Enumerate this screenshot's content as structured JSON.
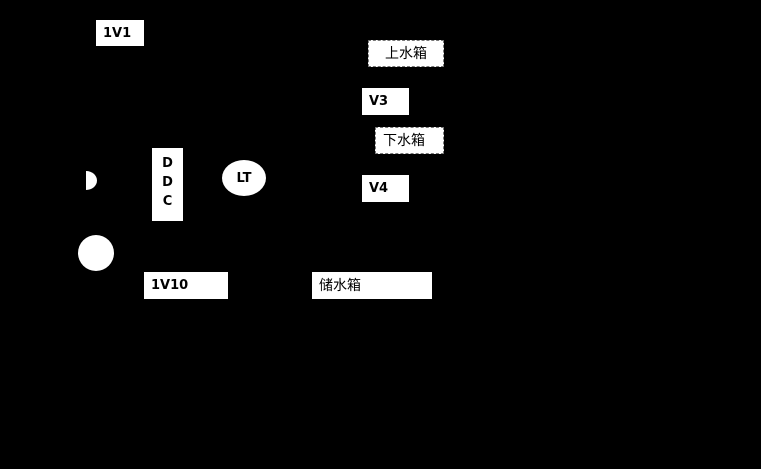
{
  "diagram": {
    "description": "Water tank level control system schematic on black background",
    "background_color": "#000000",
    "node_fill_color": "#ffffff",
    "text_color": "#000000",
    "nodes": {
      "valve_1v1": {
        "label": "1V1"
      },
      "upper_tank": {
        "label": "上水箱"
      },
      "valve_v3": {
        "label": "V3"
      },
      "lower_tank": {
        "label": "下水箱"
      },
      "valve_v4": {
        "label": "V4"
      },
      "ddc_controller": {
        "label": "DDC"
      },
      "level_transmitter": {
        "label": "LT"
      },
      "valve_1v10": {
        "label": "1V10"
      },
      "storage_tank": {
        "label": "储水箱"
      },
      "pump": {
        "label": ""
      },
      "semicircle_symbol": {
        "label": ""
      }
    }
  }
}
